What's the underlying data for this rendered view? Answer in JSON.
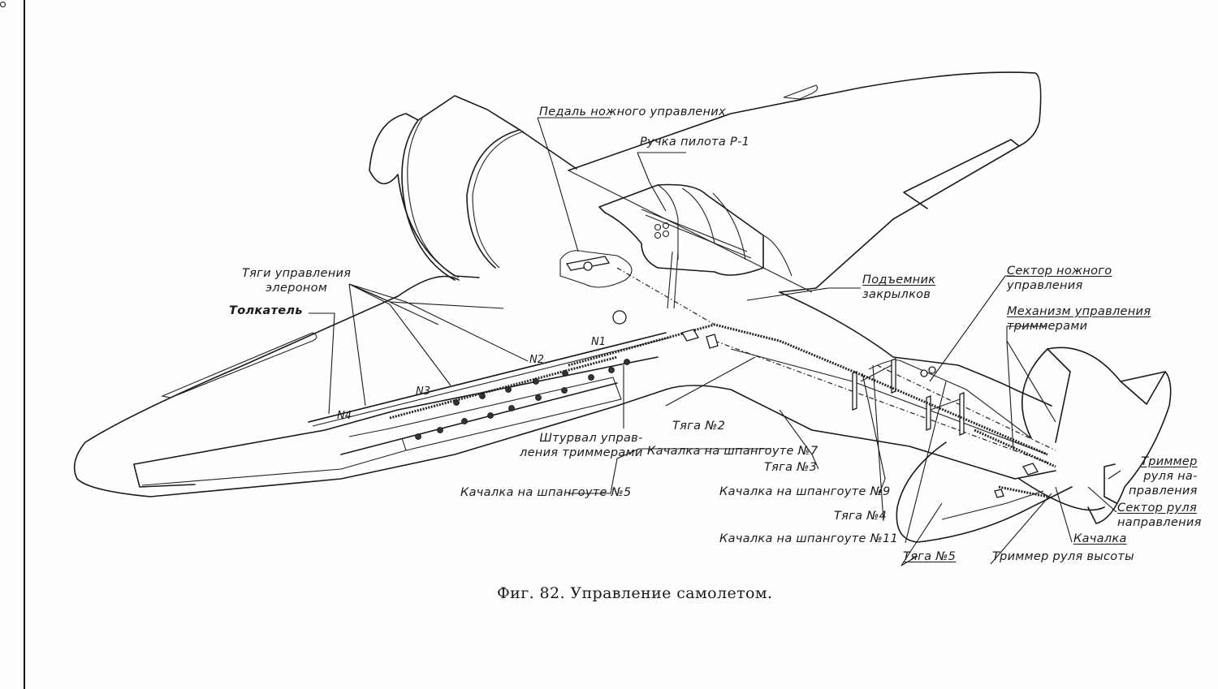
{
  "figure": {
    "caption": "Фиг. 82. Управление самолетом."
  },
  "labels": {
    "pedal": "Педаль ножного управлених",
    "stick": "Ручка пилота Р-1",
    "aileron_rods_1": "Тяги управления",
    "aileron_rods_2": "элероном",
    "pusher": "Толкатель",
    "flap_lift_1": "Подъемник",
    "flap_lift_2": "закрылков",
    "foot_sector_1": "Сектор ножного",
    "foot_sector_2": "управления",
    "trim_mech_1": "Механизм управления",
    "trim_mech_2": "триммерами",
    "rod2": "Тяга №2",
    "rocker7": "Качалка на шпангоуте №7",
    "rod3": "Тяга №3",
    "trim_wheel_1": "Штурвал управ-",
    "trim_wheel_2": "ления триммерами",
    "rocker5": "Качалка на шпангоуте №5",
    "rocker9": "Качалка на шпангоуте №9",
    "rod4": "Тяга №4",
    "rocker11": "Качалка на шпангоуте №11",
    "rudder_trim_1": "Триммер",
    "rudder_trim_2": "руля на-",
    "rudder_trim_3": "правления",
    "rudder_sector_1": "Сектор руля",
    "rudder_sector_2": "направления",
    "rocker": "Качалка",
    "rod5": "Тяга №5",
    "elevator_trim": "Триммер руля высоты"
  },
  "wing_markers": {
    "n1": "N1",
    "n2": "N2",
    "n3": "N3",
    "n4": "N4"
  }
}
